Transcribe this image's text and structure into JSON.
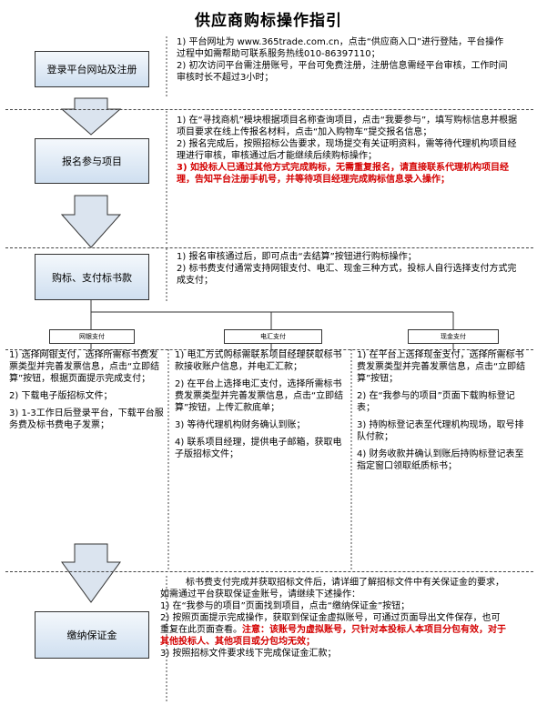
{
  "title": "供应商购标操作指引",
  "steps": [
    {
      "label": "登录平台网站及注册",
      "lines": [
        "1) 平台网址为 www.365trade.com.cn，点击“供应商入口”进行登陆，平台操作过程中如需帮助可联系服务热线010-86397110；",
        "2) 初次访问平台需注册账号，平台可免费注册，注册信息需经平台审核，工作时间审核时长不超过3小时；"
      ]
    },
    {
      "label": "报名参与项目",
      "lines": [
        "1) 在“寻找商机”模块根据项目名称查询项目，点击“我要参与”，填写购标信息并根据项目要求在线上传报名材料，点击“加入购物车”提交报名信息；",
        "2) 报名完成后，按照招标公告要求，现场提交有关证明资料，需等待代理机构项目经理进行审核，审核通过后才能继续后续购标操作；"
      ],
      "red": "3) 如投标人已通过其他方式完成购标，无需重复报名，请直接联系代理机构项目经理，告知平台注册手机号，并等待项目经理完成购标信息录入操作；"
    },
    {
      "label": "购标、支付标书款",
      "lines": [
        "1) 报名审核通过后，即可点击“去结算”按钮进行购标操作；",
        "2) 标书费支付通常支持网银支付、电汇、现金三种方式，投标人自行选择支付方式完成支付；"
      ]
    },
    {
      "label": "缴纳保证金",
      "lines": [
        "标书费支付完成并获取招标文件后，请详细了解招标文件中有关保证金的要求，如需通过平台获取保证金账号，请继续下述操作：",
        "1) 在“我参与的项目”页面找到项目，点击“缴纳保证金”按钮；",
        "2) 按照页面提示完成操作，获取到保证金虚拟账号，可通过页面导出文件保存，也可重复在此页面查看。"
      ],
      "red_inline": "注意：该账号为虚拟账号，只针对本投标人本项目分包有效，对于其他投标人、其他项目或分包均无效；",
      "last": "3) 按照招标文件要求线下完成保证金汇款；"
    }
  ],
  "payment_methods": [
    {
      "label": "网银支付",
      "items": [
        "1) 选择网银支付，选择所需标书费发票类型并完善发票信息，点击“立即结算”按钮，根据页面提示完成支付；",
        "2) 下载电子版招标文件；",
        "3) 1-3工作日后登录平台，下载平台服务费及标书费电子发票；"
      ]
    },
    {
      "label": "电汇支付",
      "items": [
        "1) 电汇方式购标需联系项目经理获取标书款接收账户信息，并电汇汇款；",
        "2) 在平台上选择电汇支付，选择所需标书费发票类型并完善发票信息，点击“立即结算”按钮，上传汇款底单；",
        "3) 等待代理机构财务确认到账；",
        "4) 联系项目经理，提供电子邮箱，获取电子版招标文件；"
      ]
    },
    {
      "label": "现金支付",
      "items": [
        "1) 在平台上选择现金支付，选择所需标书费发票类型并完善发票信息，点击“立即结算”按钮；",
        "2) 在“我参与的项目”页面下载购标登记表；",
        "3) 持购标登记表至代理机构现场，取号排队付款；",
        "4) 财务收款并确认到账后持购标登记表至指定窗口领取纸质标书；"
      ]
    }
  ],
  "colors": {
    "box_top": "#f4f8fc",
    "box_bottom": "#cfdff0",
    "arrow": "#dbe4ef",
    "red": "#d40000"
  }
}
